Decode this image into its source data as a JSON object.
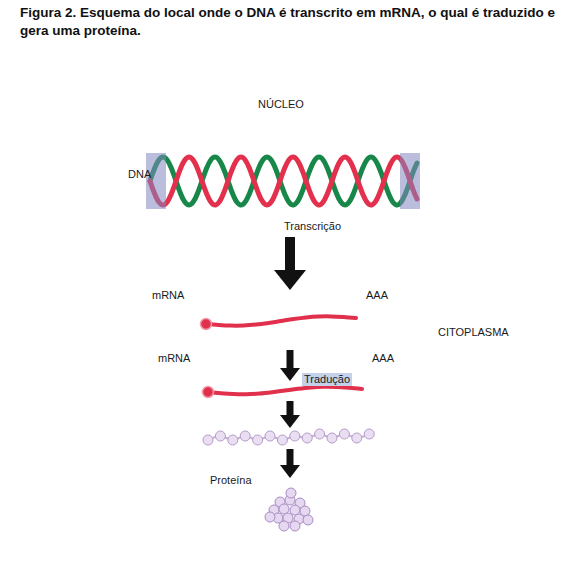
{
  "diagram": {
    "title": "Figura 2. Esquema do local onde o DNA é transcrito em mRNA, o qual é traduzido e gera uma proteína.",
    "nodes": [
      {
        "text": [
          "CITOPLASMA"
        ]
      },
      {
        "text": [
          "NÚCLEO"
        ],
        "in": 0
      }
    ],
    "labels": [
      "DNA",
      "Transcrição",
      "mRNA",
      "AAA",
      "mRNA",
      "AAA",
      "Tradução",
      "Proteína"
    ]
  }
}
